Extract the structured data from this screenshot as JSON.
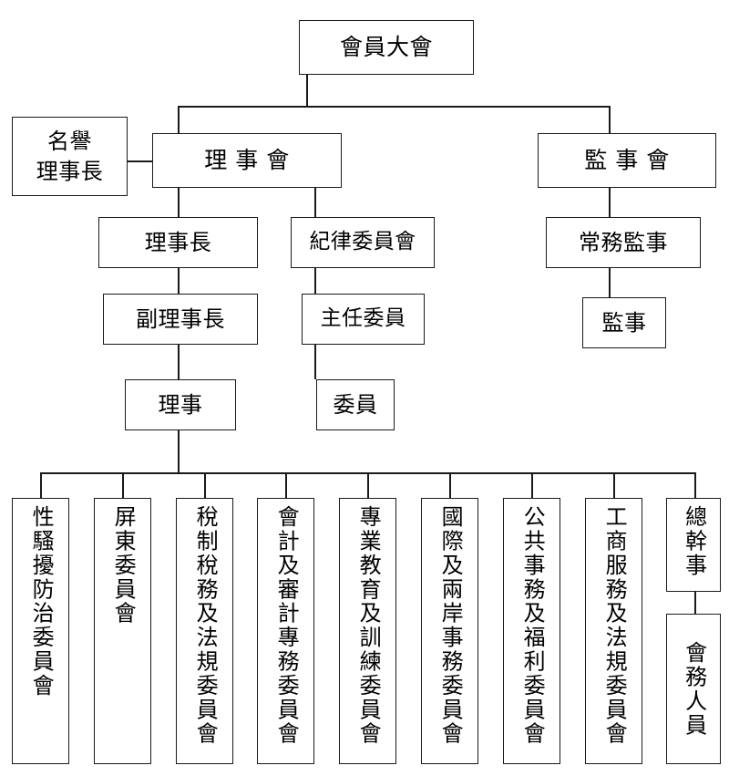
{
  "chart_title": "",
  "chart_type": "organization-chart",
  "colors": {
    "background": "#ffffff",
    "box_border": "#1a1a1a",
    "connector": "#1a1a1a",
    "text": "#000000"
  },
  "nodes": {
    "general_assembly": "會員大會",
    "honorary_chairman": "名譽\n理事長",
    "board_of_directors": "理 事 會",
    "board_of_supervisors": "監 事 會",
    "chairman": "理事長",
    "discipline_committee": "紀律委員會",
    "managing_supervisor": "常務監事",
    "supervisor": "監事",
    "vice_chairman": "副理事長",
    "committee_chair": "主任委員",
    "director": "理事",
    "committee_member": "委員",
    "secretary_general": "總幹事",
    "staff": "會務人員"
  },
  "committees": [
    {
      "id": "sexual-harassment-prevention",
      "label": "性騷擾防治委員會"
    },
    {
      "id": "pingtung",
      "label": "屏東委員會"
    },
    {
      "id": "tax-system-and-regulations",
      "label": "稅制稅務及法規委員會"
    },
    {
      "id": "accounting-and-audit-affairs",
      "label": "會計及審計專務委員會"
    },
    {
      "id": "professional-education-and-training",
      "label": "專業教育及訓練委員會"
    },
    {
      "id": "international-and-cross-strait-affairs",
      "label": "國際及兩岸事務委員會"
    },
    {
      "id": "public-affairs-and-welfare",
      "label": "公共事務及福利委員會"
    },
    {
      "id": "industry-commerce-services-and-regulations",
      "label": "工商服務及法規委員會"
    }
  ]
}
